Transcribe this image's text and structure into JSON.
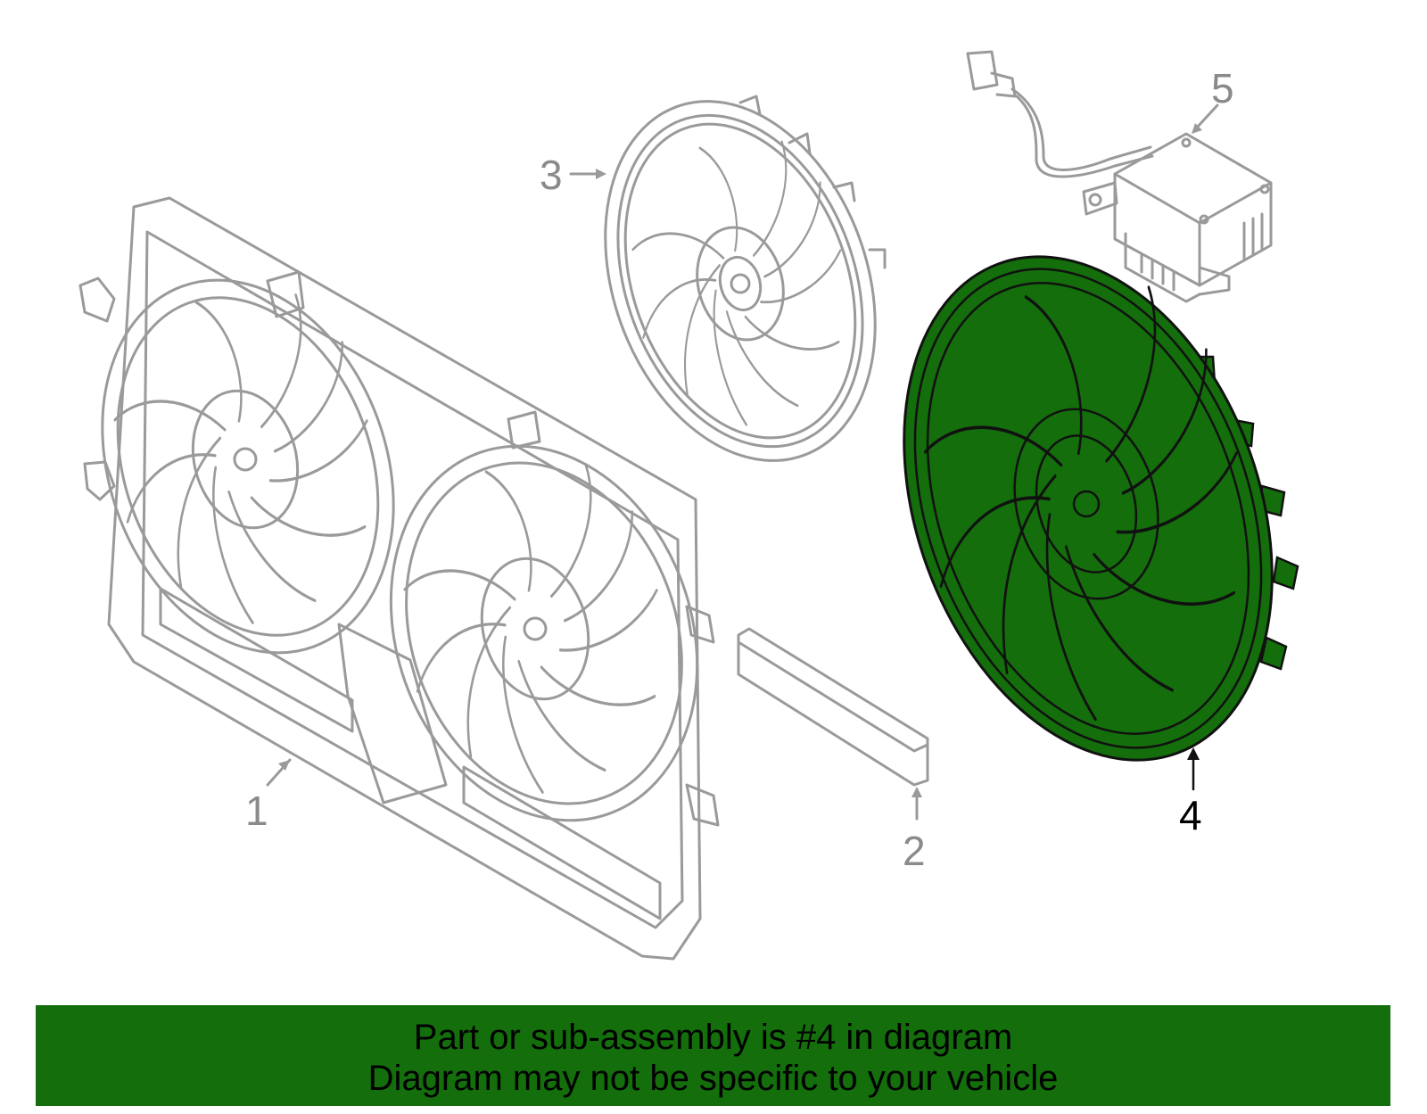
{
  "diagram": {
    "callouts": [
      {
        "label": "1"
      },
      {
        "label": "2"
      },
      {
        "label": "3"
      },
      {
        "label": "4"
      },
      {
        "label": "5"
      }
    ],
    "highlighted_callout": "4",
    "highlight_color": "#136e0b",
    "line_color": "#9a9a9a"
  },
  "banner": {
    "line1": "Part or sub-assembly is #4 in diagram",
    "line2": "Diagram may not be specific to your vehicle",
    "background_color": "#136e0b"
  }
}
